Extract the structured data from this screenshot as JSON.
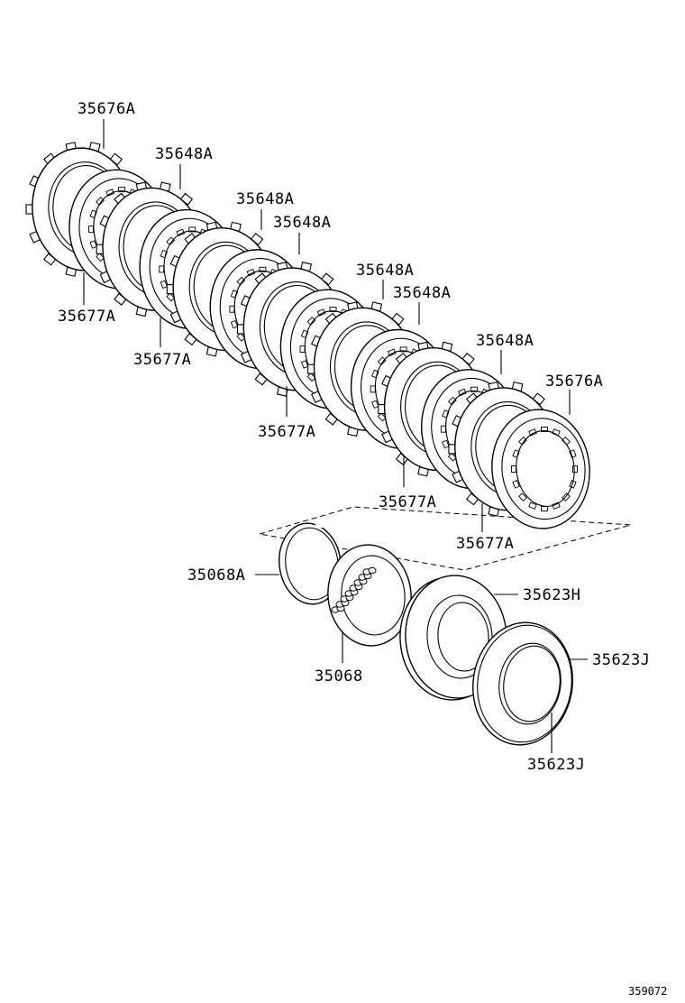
{
  "labels": {
    "l1": "35676A",
    "l2": "35648A",
    "l3": "35648A",
    "l4": "35648A",
    "l5": "35648A",
    "l6": "35648A",
    "l7": "35648A",
    "l8": "35676A",
    "l9": "35677A",
    "l10": "35677A",
    "l11": "35677A",
    "l12": "35677A",
    "l13": "35677A",
    "l14": "35068A",
    "l15": "35068",
    "l16": "35623H",
    "l17": "35623J",
    "l18": "35623J"
  },
  "figure_number": "359072"
}
